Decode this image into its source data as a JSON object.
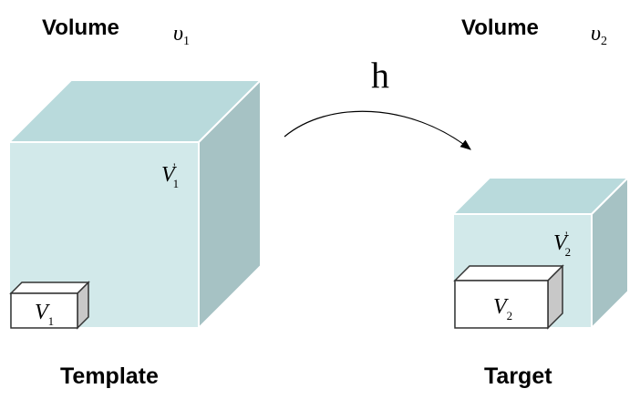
{
  "left": {
    "title": "Volume",
    "volume_symbol": "υ",
    "volume_sub": "1",
    "outer_symbol": "V",
    "outer_sub": "1",
    "outer_prime": "'",
    "inner_symbol": "V",
    "inner_sub": "1",
    "caption": "Template"
  },
  "right": {
    "title": "Volume",
    "volume_symbol": "υ",
    "volume_sub": "2",
    "outer_symbol": "V",
    "outer_sub": "2",
    "outer_prime": "'",
    "inner_symbol": "V",
    "inner_sub": "2",
    "caption": "Target"
  },
  "mapping": {
    "label": "h"
  },
  "colors": {
    "box_front": "#d2e9ea",
    "box_top": "#b9dadc",
    "box_side": "#a6c2c4",
    "box_edge": "#ffffff",
    "inner_front": "#ffffff",
    "inner_side": "#c8c8c8",
    "arrow": "#000000"
  }
}
